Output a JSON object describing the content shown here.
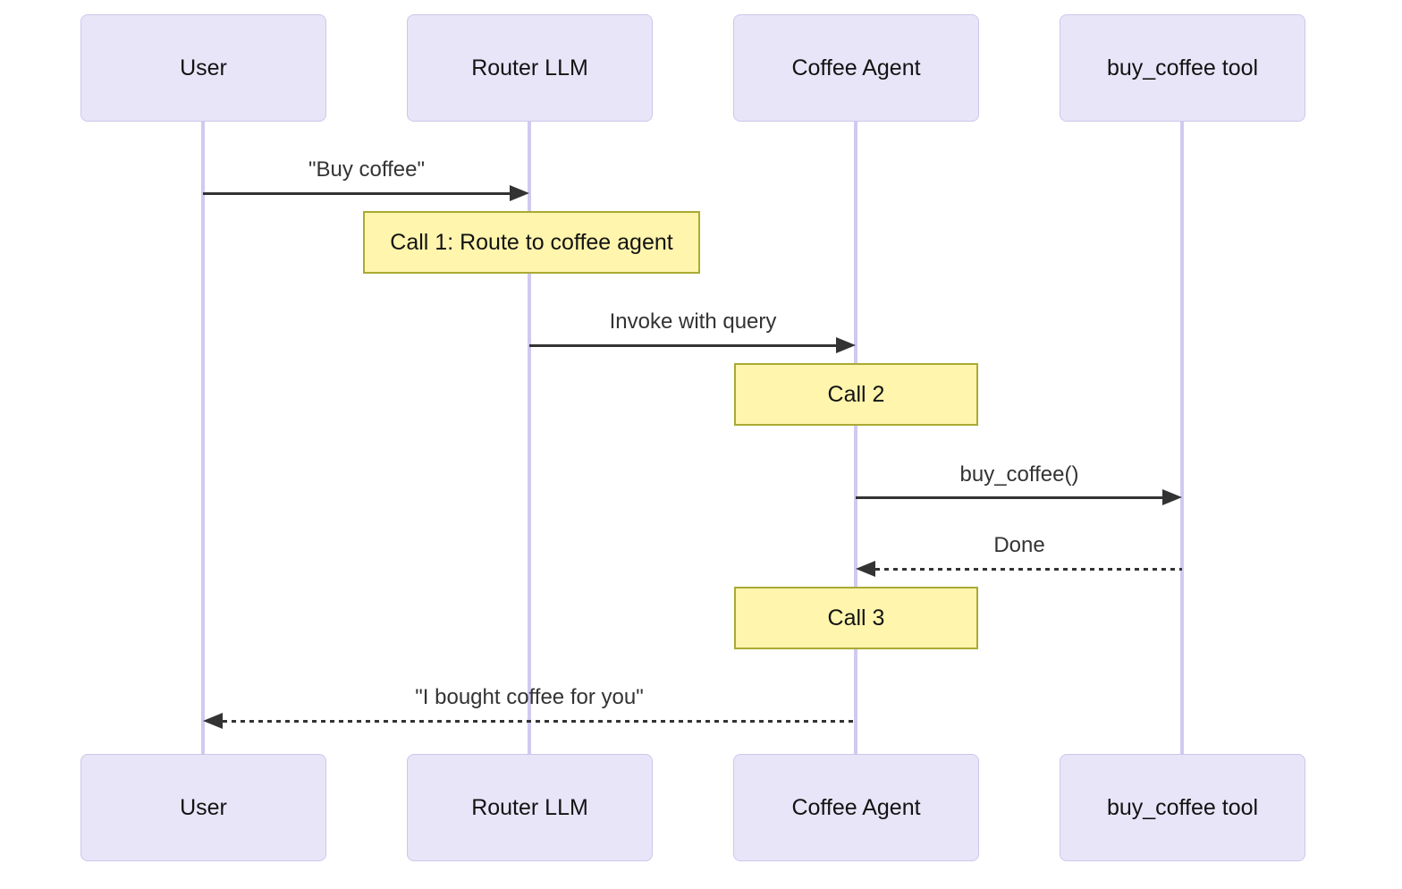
{
  "diagram": {
    "type": "sequence-diagram",
    "participants": [
      {
        "name": "User"
      },
      {
        "name": "Router LLM"
      },
      {
        "name": "Coffee Agent"
      },
      {
        "name": "buy_coffee tool"
      }
    ],
    "messages": [
      {
        "from": "User",
        "to": "Router LLM",
        "label": "\"Buy coffee\"",
        "style": "solid"
      },
      {
        "from": "Router LLM",
        "to": "Coffee Agent",
        "label": "Invoke with query",
        "style": "solid"
      },
      {
        "from": "Coffee Agent",
        "to": "buy_coffee tool",
        "label": "buy_coffee()",
        "style": "solid"
      },
      {
        "from": "buy_coffee tool",
        "to": "Coffee Agent",
        "label": "Done",
        "style": "dashed"
      },
      {
        "from": "Coffee Agent",
        "to": "User",
        "label": "\"I bought coffee for you\"",
        "style": "dashed"
      }
    ],
    "notes": [
      {
        "over": "Router LLM",
        "label": "Call 1: Route to coffee agent"
      },
      {
        "over": "Coffee Agent",
        "label": "Call 2"
      },
      {
        "over": "Coffee Agent",
        "label": "Call 3"
      }
    ],
    "colors": {
      "participant_fill": "#E8E5F8",
      "participant_border": "#CFC6EC",
      "note_fill": "#FFF5AD",
      "note_border": "#AAAA33",
      "lifeline": "#D2C9F0",
      "message": "#333333",
      "background": "#FFFFFF"
    }
  }
}
